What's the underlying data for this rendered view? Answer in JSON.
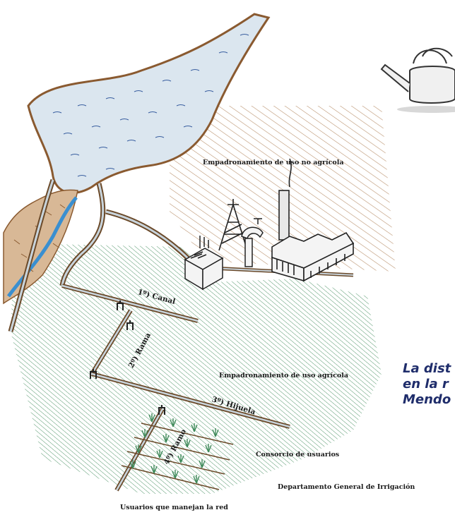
{
  "colors": {
    "water_fill": "#dbe6ef",
    "water_ripple": "#3a5fa0",
    "bank_brown": "#8a5a30",
    "canal_stroke": "#6b4a2a",
    "canal_fill": "#c8d4dc",
    "hatch_brown": "#b58a64",
    "hatch_green": "#3f8a5a",
    "river_blue": "#3a8fd0",
    "title_blue": "#1f2d6b"
  },
  "icons": [
    "watering-can-icon",
    "gate-icon",
    "oil-derrick-icon",
    "water-tap-icon",
    "factory-icon",
    "power-station-icon",
    "crop-plant-icon"
  ],
  "labels": {
    "non_agri": "Empadronamiento de uso no agrícola",
    "agri": "Empadronamiento de uso agrícola",
    "consorcio": "Consorcio de usuarios",
    "dgi": "Departamento General de Irrigación",
    "usuarios": "Usuarios que manejan la red"
  },
  "canals": {
    "c1_num": "1º)",
    "c1_name": "Canal",
    "c2_num": "2º)",
    "c2_name": "Rama",
    "c3_num": "3º)",
    "c3_name": "Hijuela",
    "c4_num": "4º)",
    "c4_name": "Ramo"
  },
  "title": {
    "line1": "La dist",
    "line2": "en la r",
    "line3": "Mendo"
  }
}
